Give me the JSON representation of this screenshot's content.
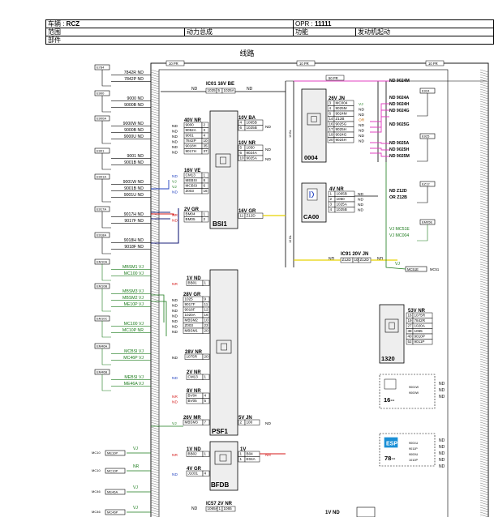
{
  "header": {
    "vehicle_label": "车辆 : ",
    "vehicle_value": "RCZ",
    "opr_label": "OPR : ",
    "opr_value": "11111",
    "scope_label": "范围",
    "scope_value": "动力总成",
    "function_label": "功能",
    "function_value": "发动机起动",
    "part_label": "部件"
  },
  "section_title": "线路",
  "frame_labels": [
    "10 PR",
    "10 PR",
    "10 PR",
    "50 PR"
  ],
  "left_connectors": [
    {
      "id": "E784",
      "lines": [
        "7842R ND",
        "7842P ND"
      ],
      "color": "#000"
    },
    {
      "id": "E900",
      "lines": [
        "9000 ND",
        "9000B ND"
      ],
      "color": "#000"
    },
    {
      "id": "E900A",
      "lines": [
        "9000W ND",
        "9000B ND",
        "9000U ND"
      ],
      "color": "#000"
    },
    {
      "id": "E901",
      "lines": [
        "9001 ND",
        "9001B ND"
      ],
      "color": "#000"
    },
    {
      "id": "E901A",
      "lines": [
        "9001W ND",
        "9001B ND",
        "9001U ND"
      ],
      "color": "#000"
    },
    {
      "id": "E917A",
      "lines": [
        "9017H ND",
        "9017F ND"
      ],
      "color": "#000"
    },
    {
      "id": "E918A",
      "lines": [
        "9018H ND",
        "9018F ND"
      ],
      "color": "#000"
    },
    {
      "id": "EM10A",
      "lines": [
        "MBSM1 VJ",
        "MC100 VJ"
      ],
      "color": "#1a7a1a"
    },
    {
      "id": "EM10B",
      "lines": [
        "MBSM3 VJ",
        "MBSM2 VJ",
        "ME10P VJ"
      ],
      "color": "#1a7a1a"
    },
    {
      "id": "EM10C",
      "lines": [
        "MC100 VJ",
        "MC10P NR"
      ],
      "color": "#1a7a1a"
    },
    {
      "id": "EM46A",
      "lines": [
        "MCBSI VJ",
        "MC46P VJ"
      ],
      "color": "#1a7a1a"
    },
    {
      "id": "EM46B",
      "lines": [
        "MEBSI VJ",
        "ME46A VJ"
      ],
      "color": "#1a7a1a"
    }
  ],
  "ic01": {
    "title": "IC01  16V BE",
    "left": "ND",
    "right": "ND",
    "pins": [
      "1025",
      "5",
      "1025A"
    ]
  },
  "bsi1": {
    "name": "BSI1",
    "c40": {
      "title": "40V NR",
      "rows": [
        [
          "9000",
          "2"
        ],
        [
          "9052A",
          "3"
        ],
        [
          "9001",
          "4"
        ],
        [
          "7842P",
          "10"
        ],
        [
          "9018H",
          "35"
        ],
        [
          "9017H",
          "37"
        ]
      ]
    },
    "c16": {
      "title": "16V VE",
      "rows": [
        [
          "CM13",
          "1"
        ],
        [
          "MEBSI",
          "8"
        ],
        [
          "MCBSI",
          "6"
        ],
        [
          "Z003",
          "16"
        ]
      ]
    },
    "c2": {
      "title": "2V GR",
      "rows": [
        [
          "BM04",
          "1"
        ],
        [
          "BM05",
          "2"
        ]
      ]
    },
    "r10ba": {
      "title": "10V BA",
      "rows": [
        [
          "4",
          "1065B"
        ],
        [
          "6",
          "1025B"
        ]
      ]
    },
    "r10nr": {
      "title": "10V NR",
      "rows": [
        [
          "5",
          "1050"
        ],
        [
          "6",
          "9024A"
        ],
        [
          "10",
          "9025A"
        ]
      ]
    },
    "r16gr": {
      "title": "16V GR",
      "rows": [
        [
          "11",
          "Z12D"
        ]
      ]
    },
    "nd": "ND"
  },
  "box0004": {
    "name": "0004",
    "title": "26V JN",
    "colors": [
      "VJ",
      "ND",
      "ND",
      "OR",
      "ND",
      "ND",
      "ND",
      "ND",
      "ND"
    ],
    "rows": [
      [
        "3",
        "MC004"
      ],
      [
        "4",
        "9025M"
      ],
      [
        "6",
        "9024M"
      ],
      [
        "14",
        "Z12B"
      ],
      [
        "16",
        "9025G"
      ],
      [
        "17",
        "9025H"
      ],
      [
        "19",
        "9024G"
      ],
      [
        "20",
        "9024H"
      ]
    ]
  },
  "ca00": {
    "name": "CA00",
    "title": "4V NR",
    "rows": [
      [
        "1",
        "1065B"
      ],
      [
        "2",
        "1050"
      ],
      [
        "3",
        "1025A"
      ],
      [
        "4",
        "1025B"
      ]
    ],
    "colors": [
      "ND",
      "ND",
      "ND",
      "ND"
    ]
  },
  "right_connectors": [
    {
      "id": "E924",
      "lines": [
        "ND 9024A",
        "ND 9024H",
        "ND 9024G"
      ]
    },
    {
      "id": "E925",
      "lines": [
        "ND 9025A",
        "ND 9025H",
        "ND 9025M"
      ]
    },
    {
      "id": "EZ12",
      "lines": [
        "ND Z12D",
        "OR Z12B"
      ]
    },
    {
      "id": "EM05E",
      "lines": [
        "VJ MC51E",
        "VJ MC004"
      ]
    }
  ],
  "r_9024m": "ND 9024M",
  "r_9025g": "ND 9025G",
  "ic91": {
    "title": "IC91   20V JN",
    "left": "ND",
    "right": "ND",
    "pins": [
      "Z12D",
      "10",
      "Z12D"
    ]
  },
  "mc51": {
    "v": "VJ",
    "a": "MC51E",
    "b": "MC51"
  },
  "psf1": {
    "name": "PSF1",
    "c1": {
      "title": "1V ND",
      "color": "NR",
      "rows": [
        [
          "BB01",
          "1"
        ]
      ]
    },
    "c28": {
      "title": "28V GR",
      "rows": [
        [
          "1025",
          "9"
        ],
        [
          "9017F",
          "11"
        ],
        [
          "9018F",
          "12"
        ],
        [
          "1020A",
          "16"
        ],
        [
          "MBSM2",
          "10"
        ],
        [
          "Z003",
          "23"
        ],
        [
          "MBSM1",
          "20"
        ]
      ]
    },
    "c28nr": {
      "title": "28V NR",
      "rows": [
        [
          "1075R",
          "20"
        ]
      ]
    },
    "c2v": {
      "title": "2V NR",
      "color": "ND",
      "rows": [
        [
          "CM13",
          "1"
        ]
      ]
    },
    "c8v": {
      "title": "8V NR",
      "color": "NR",
      "rows": [
        [
          "BV04",
          "4"
        ],
        [
          "BV05",
          "5"
        ]
      ]
    },
    "c26": {
      "title": "26V MR",
      "color": "VJ",
      "rows": [
        [
          "MBSM3",
          "7"
        ]
      ]
    },
    "r5v": {
      "title": "5V JN",
      "rows": [
        [
          "2",
          "100"
        ]
      ]
    },
    "nd": "ND"
  },
  "box1320": {
    "name": "1320",
    "title": "53V NR",
    "rows": [
      [
        "16",
        "1075R"
      ],
      [
        "19",
        "7842R"
      ],
      [
        "27",
        "1020A"
      ],
      [
        "38",
        "1065"
      ],
      [
        "40",
        "9010P"
      ],
      [
        "52",
        "9011P"
      ]
    ]
  },
  "box16": {
    "name": "16--",
    "pins": [
      "9001W",
      "9000W"
    ]
  },
  "box78": {
    "name": "78--",
    "logo": "ESP",
    "pins": [
      "9001U",
      "9011P",
      "9000U",
      "1010P"
    ]
  },
  "mc_left": [
    {
      "id": "MC10",
      "a": "ME10P",
      "v": "VJ"
    },
    {
      "id": "MC10",
      "a": "MC10P",
      "v": "NR"
    },
    {
      "id": "MC46",
      "a": "ME46A",
      "v": "VJ"
    },
    {
      "id": "MC46",
      "a": "MC46P",
      "v": "VJ"
    }
  ],
  "bfdb": {
    "name": "BFDB",
    "c1": {
      "title": "1V ND",
      "color": "NR",
      "rows": [
        [
          "BB02",
          "1"
        ]
      ]
    },
    "c4": {
      "title": "4V GR",
      "color": "ND",
      "rows": [
        [
          "J1031",
          "4"
        ]
      ]
    },
    "r1v": {
      "title": "1V",
      "color": "NR",
      "rows": [
        [
          "1",
          "B04"
        ],
        [
          "1",
          "E04A"
        ]
      ]
    }
  },
  "ic57": {
    "title": "IC57   2V NR",
    "left": "ND",
    "pins": [
      "1065A",
      "1",
      "1065"
    ]
  },
  "bottom_1vnd": "1V ND"
}
